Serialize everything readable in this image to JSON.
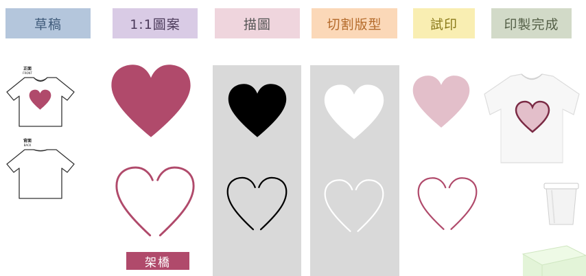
{
  "steps": [
    {
      "label": "草稿",
      "bg": "#b4c6dc",
      "fg": "#3f5b7a"
    },
    {
      "label": "1:1圖案",
      "bg": "#d9cbe5",
      "fg": "#4b3a5a"
    },
    {
      "label": "描圖",
      "bg": "#efd5dd",
      "fg": "#555555"
    },
    {
      "label": "切割版型",
      "bg": "#fbd8b8",
      "fg": "#b46a2a"
    },
    {
      "label": "試印",
      "bg": "#f9eeb2",
      "fg": "#8a7a1a"
    },
    {
      "label": "印製完成",
      "bg": "#d2dac8",
      "fg": "#556048"
    }
  ],
  "sketch": {
    "front_label": "正面",
    "front_sub": "FRONT",
    "back_label": "背面",
    "back_sub": "BACK"
  },
  "bridge_label": "架橋",
  "colors": {
    "heart": "#b04a6b",
    "heart_light": "#e3bfca",
    "panel": "#d9d9d9"
  }
}
